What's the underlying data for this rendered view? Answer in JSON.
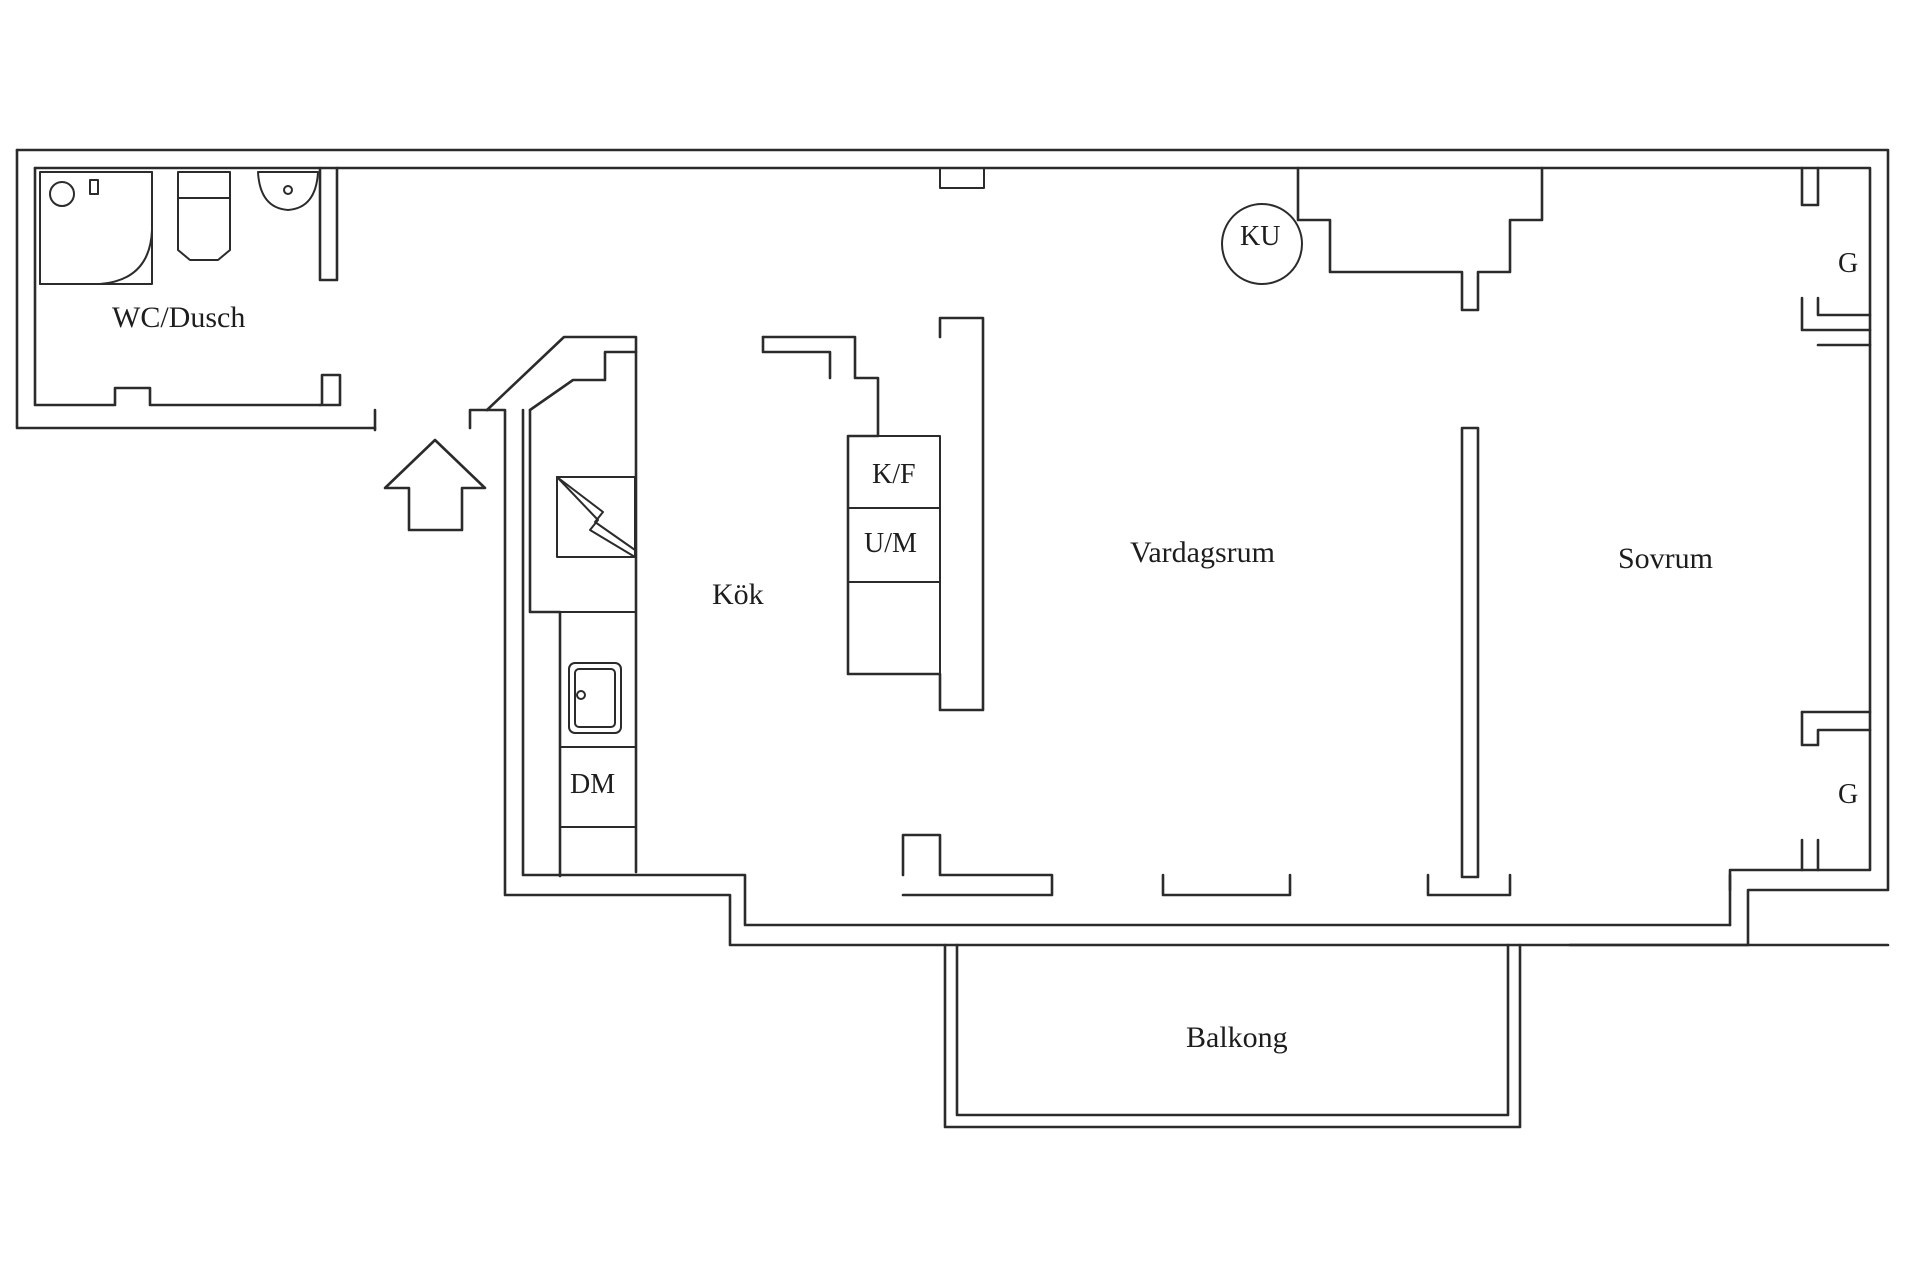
{
  "plan": {
    "rooms": {
      "wc": "WC/Dusch",
      "kitchen": "Kök",
      "living": "Vardagsrum",
      "bedroom": "Sovrum",
      "balcony": "Balkong"
    },
    "fixtures": {
      "ku": "KU",
      "kf": "K/F",
      "um": "U/M",
      "dm": "DM",
      "wardrobe_top": "G",
      "wardrobe_bottom": "G"
    },
    "icons": {
      "entrance": "entrance-arrow-icon",
      "stove": "stove-icon",
      "sink": "kitchen-sink-icon",
      "shower": "shower-icon",
      "toilet": "toilet-icon",
      "washbasin": "washbasin-icon"
    },
    "line_color": "#2b2b2b",
    "background": "#ffffff"
  }
}
